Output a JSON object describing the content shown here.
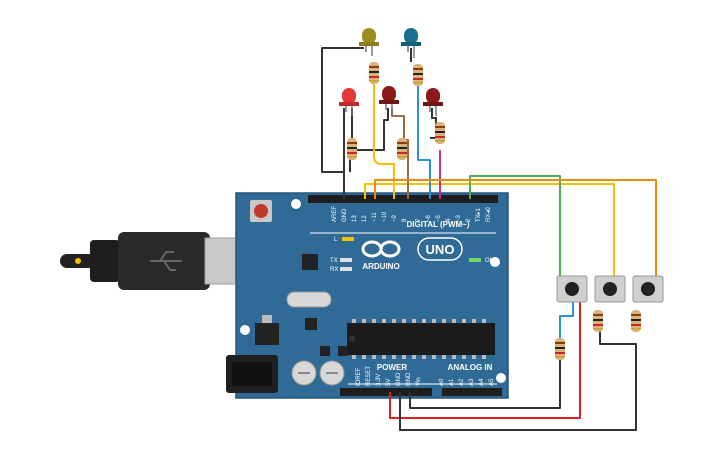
{
  "board": {
    "name": "UNO",
    "brand": "ARDUINO",
    "digital_header": "DIGITAL (PWM~)",
    "power_header": "POWER",
    "analog_header": "ANALOG IN",
    "on_label": "ON",
    "tx_label": "TX",
    "rx_label": "RX",
    "l_label": "L",
    "digital_pins": [
      "AREF",
      "GND",
      "13",
      "12",
      "~11",
      "~10",
      "~9",
      "8",
      "7",
      "~6",
      "~5",
      "4",
      "~3",
      "2",
      "TX▸1",
      "RX◂0"
    ],
    "power_pins": [
      "IOREF",
      "RESET",
      "3.3V",
      "5V",
      "GND",
      "GND",
      "Vin"
    ],
    "analog_pins": [
      "A0",
      "A1",
      "A2",
      "A3",
      "A4",
      "A5"
    ]
  },
  "colors": {
    "board": "#2f6b96",
    "led_yellow": "#9b8d1e",
    "led_blue": "#1a6f8f",
    "led_red": "#e53935",
    "led_darkred": "#8b1a1a",
    "wire_black": "#333333",
    "wire_yellow": "#f2c200",
    "wire_blue": "#2f8fd8",
    "wire_green": "#4caf50",
    "wire_orange": "#f08a00",
    "wire_red": "#e02020",
    "wire_brown": "#9a6b3c",
    "wire_magenta": "#c2308f"
  },
  "icons": [
    "usb-icon",
    "arduino-infinity-logo"
  ]
}
